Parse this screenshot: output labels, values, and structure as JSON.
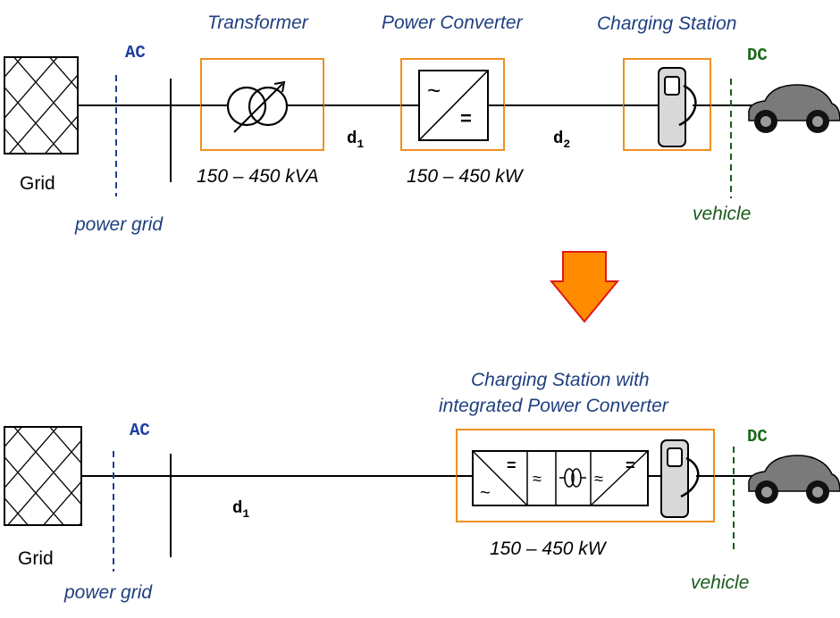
{
  "top": {
    "grid_label": "Grid",
    "ac_label": "AC",
    "power_grid_label": "power grid",
    "transformer_title": "Transformer",
    "transformer_rating": "150 – 450 kVA",
    "converter_title": "Power Converter",
    "converter_rating": "150 – 450 kW",
    "station_title": "Charging Station",
    "dc_label": "DC",
    "vehicle_label": "vehicle",
    "d1": "d",
    "d1_sub": "1",
    "d2": "d",
    "d2_sub": "2"
  },
  "bottom": {
    "grid_label": "Grid",
    "ac_label": "AC",
    "power_grid_label": "power grid",
    "station_title_line1": "Charging Station with",
    "station_title_line2": "integrated Power Converter",
    "rating": "150 – 450 kW",
    "dc_label": "DC",
    "vehicle_label": "vehicle",
    "d1": "d",
    "d1_sub": "1"
  },
  "symbols": {
    "tilde": "~",
    "equals": "=",
    "approx": "≈"
  },
  "colors": {
    "box_orange": "#f0901e",
    "arrow_fill": "#ff8c00",
    "arrow_stroke": "#e01818",
    "ac_dash": "#1f3f8f",
    "dc_dash": "#1a5a1a",
    "car_body": "#7a7a7a"
  }
}
